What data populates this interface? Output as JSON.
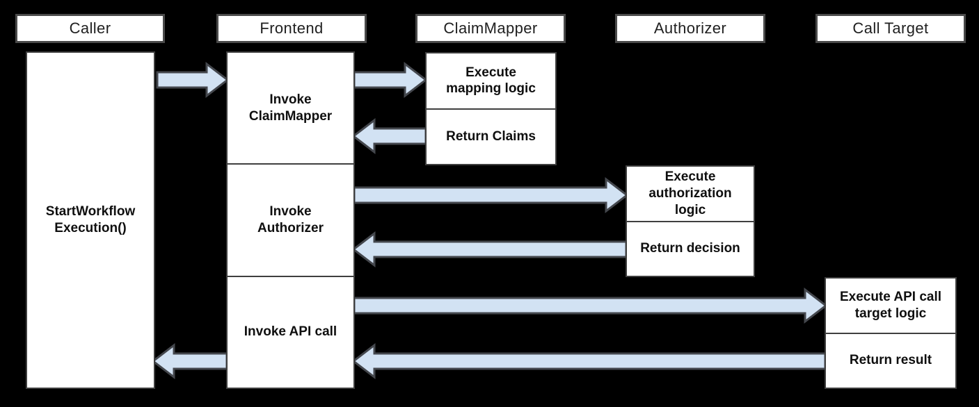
{
  "lifelines": [
    {
      "label": "Caller"
    },
    {
      "label": "Frontend"
    },
    {
      "label": "ClaimMapper"
    },
    {
      "label": "Authorizer"
    },
    {
      "label": "Call Target"
    }
  ],
  "caller": {
    "activation_label": "StartWorkflow\nExecution()"
  },
  "frontend": {
    "steps": [
      {
        "label": "Invoke\nClaimMapper"
      },
      {
        "label": "Invoke\nAuthorizer"
      },
      {
        "label": "Invoke API call"
      }
    ]
  },
  "claimmapper": {
    "steps": [
      {
        "label": "Execute\nmapping logic"
      },
      {
        "label": "Return Claims"
      }
    ]
  },
  "authorizer": {
    "steps": [
      {
        "label": "Execute\nauthorization\nlogic"
      },
      {
        "label": "Return decision"
      }
    ]
  },
  "calltarget": {
    "steps": [
      {
        "label": "Execute API call\ntarget logic"
      },
      {
        "label": "Return result"
      }
    ]
  },
  "flows": [
    {
      "from": "Caller",
      "to": "Frontend",
      "direction": "right"
    },
    {
      "from": "Frontend",
      "to": "ClaimMapper",
      "direction": "right"
    },
    {
      "from": "ClaimMapper",
      "to": "Frontend",
      "direction": "left"
    },
    {
      "from": "Frontend",
      "to": "Authorizer",
      "direction": "right"
    },
    {
      "from": "Authorizer",
      "to": "Frontend",
      "direction": "left"
    },
    {
      "from": "Frontend",
      "to": "Call Target",
      "direction": "right"
    },
    {
      "from": "Call Target",
      "to": "Frontend",
      "direction": "left"
    },
    {
      "from": "Frontend",
      "to": "Caller",
      "direction": "left"
    }
  ],
  "colors": {
    "background": "#000000",
    "box_fill": "#ffffff",
    "box_border": "#3f3f3f",
    "header_border": "#4a4a4a",
    "arrow_fill": "#d2e2f3",
    "arrow_stroke": "#44474d",
    "text": "#0f0f0f"
  }
}
